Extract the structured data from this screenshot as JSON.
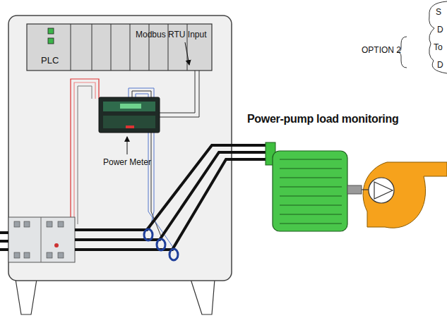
{
  "diagram": {
    "title": "Power-pump load monitoring",
    "nodes": [
      {
        "text": [
          "PLC"
        ]
      }
    ],
    "edges": [],
    "labels": [
      "Modbus RTU Input",
      "Power Meter",
      "OPTION 2",
      "S",
      "D",
      "To",
      "D"
    ]
  }
}
